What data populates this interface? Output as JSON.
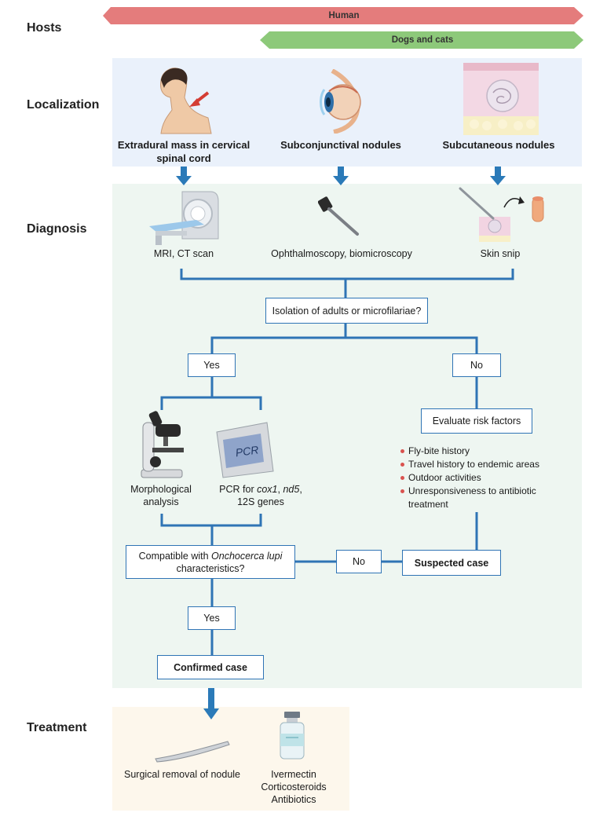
{
  "sections": {
    "hosts": "Hosts",
    "localization": "Localization",
    "diagnosis": "Diagnosis",
    "treatment": "Treatment"
  },
  "hosts": {
    "human": "Human",
    "dogs_cats": "Dogs and cats"
  },
  "localization": {
    "items": [
      {
        "label_line1": "Extradural mass in cervical",
        "label_line2": "spinal cord",
        "icon": "human-neck-icon"
      },
      {
        "label": "Subconjunctival nodules",
        "icon": "eye-icon"
      },
      {
        "label": "Subcutaneous nodules",
        "icon": "skin-layers-icon"
      }
    ]
  },
  "diagnosis": {
    "methods": [
      {
        "label": "MRI, CT scan",
        "icon": "mri-scanner-icon"
      },
      {
        "label": "Ophthalmoscopy, biomicroscopy",
        "icon": "ophthalmoscope-icon"
      },
      {
        "label": "Skin snip",
        "icon": "scalpel-skin-icon"
      }
    ],
    "question_isolation": "Isolation of adults or microfilariae?",
    "yes": "Yes",
    "no": "No",
    "risk_box": "Evaluate risk factors",
    "risk_factors": [
      "Fly-bite history",
      "Travel history to endemic areas",
      "Outdoor activities",
      "Unresponsiveness to antibiotic treatment"
    ],
    "morph_line1": "Morphological",
    "morph_line2": "analysis",
    "pcr_prefix": "PCR for ",
    "pcr_gene1": "cox1",
    "pcr_sep": ", ",
    "pcr_gene2": "nd5",
    "pcr_suffix": ",",
    "pcr_line2": "12S genes",
    "pcr_device_text": "PCR",
    "compatible_line1": "Compatible with ",
    "compatible_species": "Onchocerca lupi",
    "compatible_line2": "characteristics?",
    "no_link": "No",
    "suspected": "Suspected case",
    "yes2": "Yes",
    "confirmed": "Confirmed case"
  },
  "treatment": {
    "surgical": "Surgical removal of nodule",
    "drugs": [
      "Ivermectin",
      "Corticosteroids",
      "Antibiotics"
    ]
  },
  "colors": {
    "human_bar": "#e47c7c",
    "dog_bar": "#8dc97a",
    "localization_bg": "#eaf1fb",
    "diagnosis_bg": "#eef6f1",
    "treatment_bg": "#fdf7ec",
    "line_blue": "#2f74b5",
    "arrow_blue": "#2b7ab8"
  }
}
